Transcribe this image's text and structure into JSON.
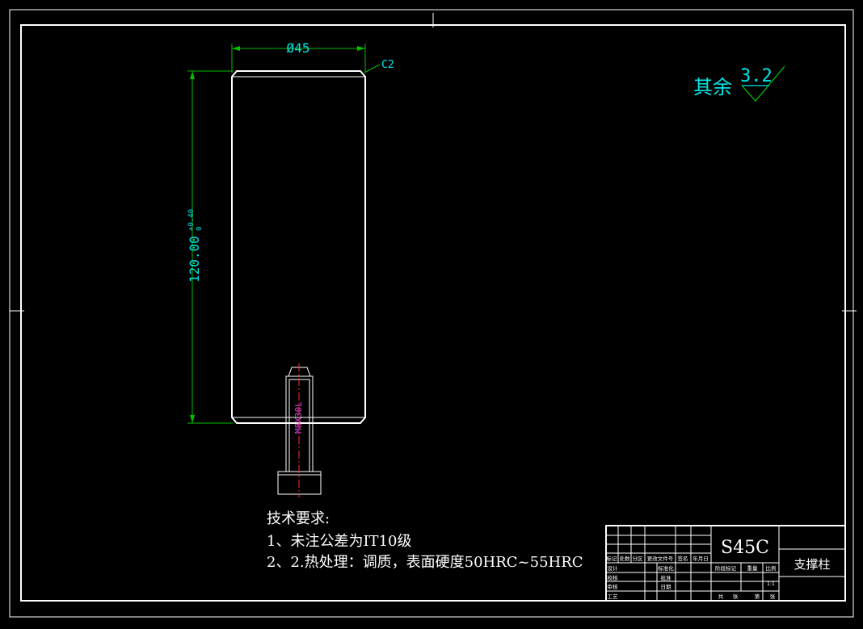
{
  "dimensions": {
    "diameter": "Ø45",
    "chamfer": "C2",
    "length": "120.00",
    "tol_upper": "+0.40",
    "tol_lower": "0"
  },
  "roughness": {
    "prefix": "其余",
    "value": "3.2"
  },
  "bolt_label": "M8X30L",
  "tech_requirements": {
    "heading": "技术要求:",
    "items": [
      "1、未注公差为IT10级",
      "2、2.热处理：调质，表面硬度50HRC~55HRC"
    ]
  },
  "title_block": {
    "material": "S45C",
    "part_name": "支撑柱",
    "scale": "1:1",
    "header_cells": [
      "标记",
      "处数",
      "分区",
      "更改文件号",
      "签名",
      "年月日"
    ],
    "left_rows": [
      "设计",
      "校核",
      "审核",
      "工艺"
    ],
    "mid_rows": [
      "标准化",
      "批准",
      "日期",
      ""
    ],
    "stage_cells": [
      "阶段标记",
      "重量",
      "比例"
    ],
    "bottom_cells": [
      "共",
      "张",
      "第",
      "张"
    ]
  },
  "colors": {
    "background": "#000000",
    "outline": "#ffffff",
    "dimension_line": "#00c000",
    "dimension_text": "#00e5e5",
    "centerline": "#ff3030",
    "thread_label": "#e040e0"
  }
}
